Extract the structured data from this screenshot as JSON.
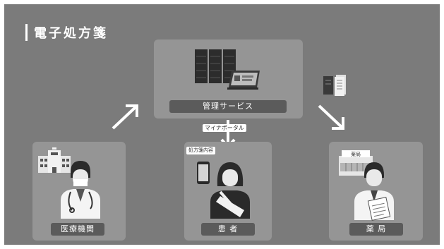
{
  "title": "電子処方箋",
  "nodes": {
    "service": {
      "label": "管理サービス"
    },
    "hospital": {
      "label": "医療機関"
    },
    "patient": {
      "label": "患 者"
    },
    "pharmacy": {
      "label": "薬 局"
    }
  },
  "edges": {
    "portal": {
      "label": "マイナポータル"
    },
    "prescription_content": {
      "label": "処方箋内容"
    }
  },
  "pharmacy_sign": "薬局",
  "colors": {
    "background": "#7b7b7b",
    "panel": "#959595",
    "label_pill": "#5b5b5b",
    "arrow": "#ffffff"
  },
  "icons": [
    "server-rack-icon",
    "monitor-screen-icon",
    "document-stack-icon",
    "hospital-building-icon",
    "doctor-icon",
    "smartphone-icon",
    "patient-icon",
    "pharmacy-building-icon",
    "pharmacist-icon"
  ]
}
